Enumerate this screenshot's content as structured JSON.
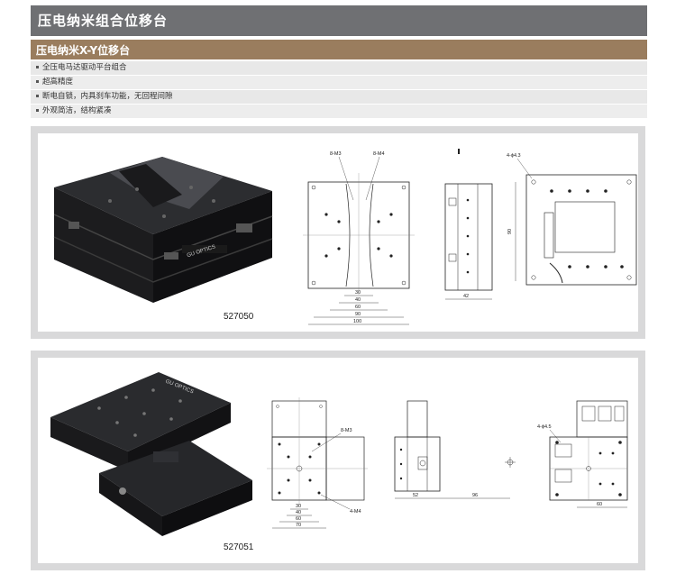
{
  "header": {
    "title": "压电纳米组合位移台"
  },
  "section": {
    "title": "压电纳米X-Y位移台"
  },
  "features": [
    "全压电马达驱动平台组合",
    "超高精度",
    "断电自锁，内具刹车功能，无回程间隙",
    "外观简洁，结构紧凑"
  ],
  "products": [
    {
      "model": "527050",
      "brand": "GU OPTICS",
      "drawing": {
        "hole_labels": [
          "8-M3",
          "8-M4"
        ],
        "side_hole": "4-ϕ4.3",
        "dims": [
          "30",
          "40",
          "60",
          "90",
          "100"
        ],
        "side_dim": "42",
        "height_dim": "90"
      }
    },
    {
      "model": "527051",
      "brand": "GU OPTICS",
      "drawing": {
        "hole_labels": [
          "8-M3",
          "4-M4"
        ],
        "side_hole": "4-ϕ4.5",
        "dims": [
          "30",
          "40",
          "60",
          "70"
        ],
        "side_dims": [
          "52",
          "96"
        ],
        "bottom_dim": "60"
      }
    }
  ],
  "colors": {
    "header": "#6f7073",
    "section": "#9a7d5e",
    "panel": "#d9d9da"
  }
}
